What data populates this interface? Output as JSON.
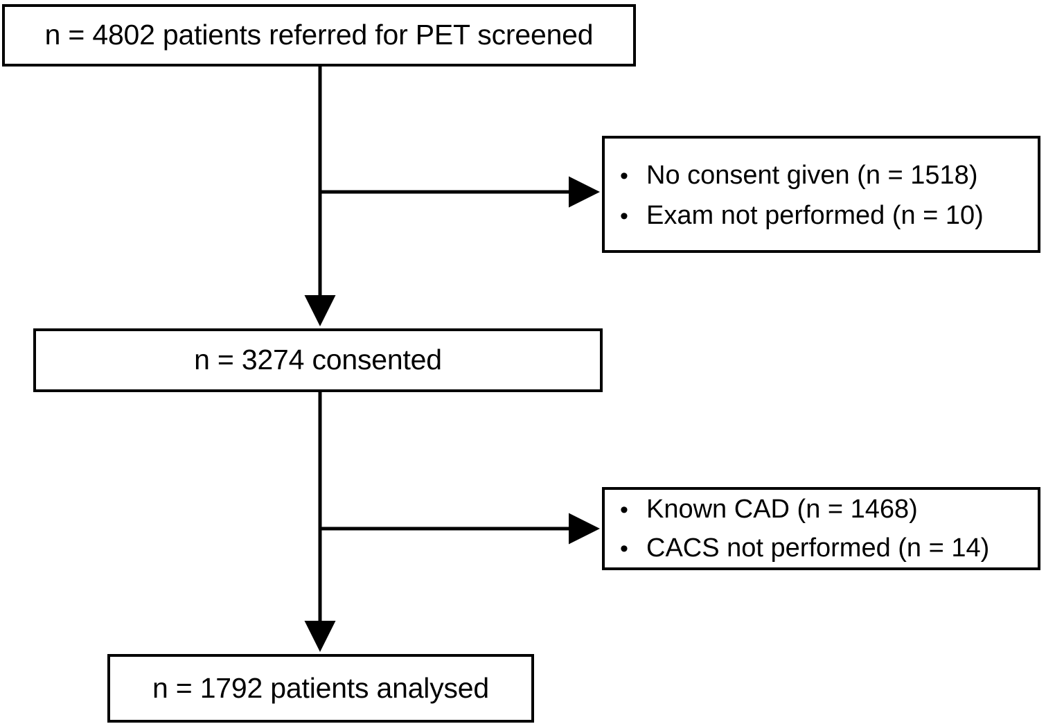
{
  "diagram": {
    "type": "patient-flow-chart",
    "title": "",
    "nodes": [
      {
        "id": "screened",
        "label": "n = 4802 patients referred for PET screened",
        "n": 4802,
        "role": "enrolment"
      },
      {
        "id": "consented",
        "label": "n = 3274 consented",
        "n": 3274,
        "role": "enrolment"
      },
      {
        "id": "analysed",
        "label": "n = 1792 patients analysed",
        "n": 1792,
        "role": "analysis"
      }
    ],
    "exclusions": [
      {
        "id": "exclusion-1",
        "after": "screened",
        "items": [
          {
            "bullet": "•",
            "text": "No consent given (n = 1518)",
            "n": 1518
          },
          {
            "bullet": "•",
            "text": "Exam not performed (n = 10)",
            "n": 10
          }
        ]
      },
      {
        "id": "exclusion-2",
        "after": "consented",
        "items": [
          {
            "bullet": "•",
            "text": "Known CAD (n = 1468)",
            "n": 1468
          },
          {
            "bullet": "•",
            "text": "CACS not performed (n = 14)",
            "n": 14
          }
        ]
      }
    ],
    "colors": {
      "stroke": "#000000",
      "fill": "#ffffff",
      "text": "#000000"
    }
  }
}
